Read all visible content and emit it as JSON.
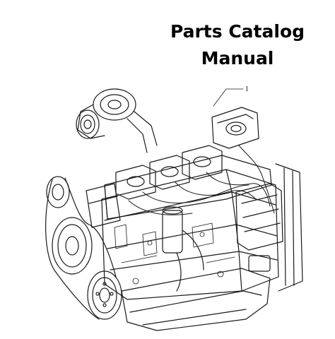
{
  "title": {
    "line1": "Parts Catalog",
    "line2": "Manual"
  },
  "illustration": {
    "subject": "diesel-engine-line-drawing",
    "callout_number": "1",
    "ink_color": "#1a1a1a",
    "background_color": "#ffffff"
  }
}
